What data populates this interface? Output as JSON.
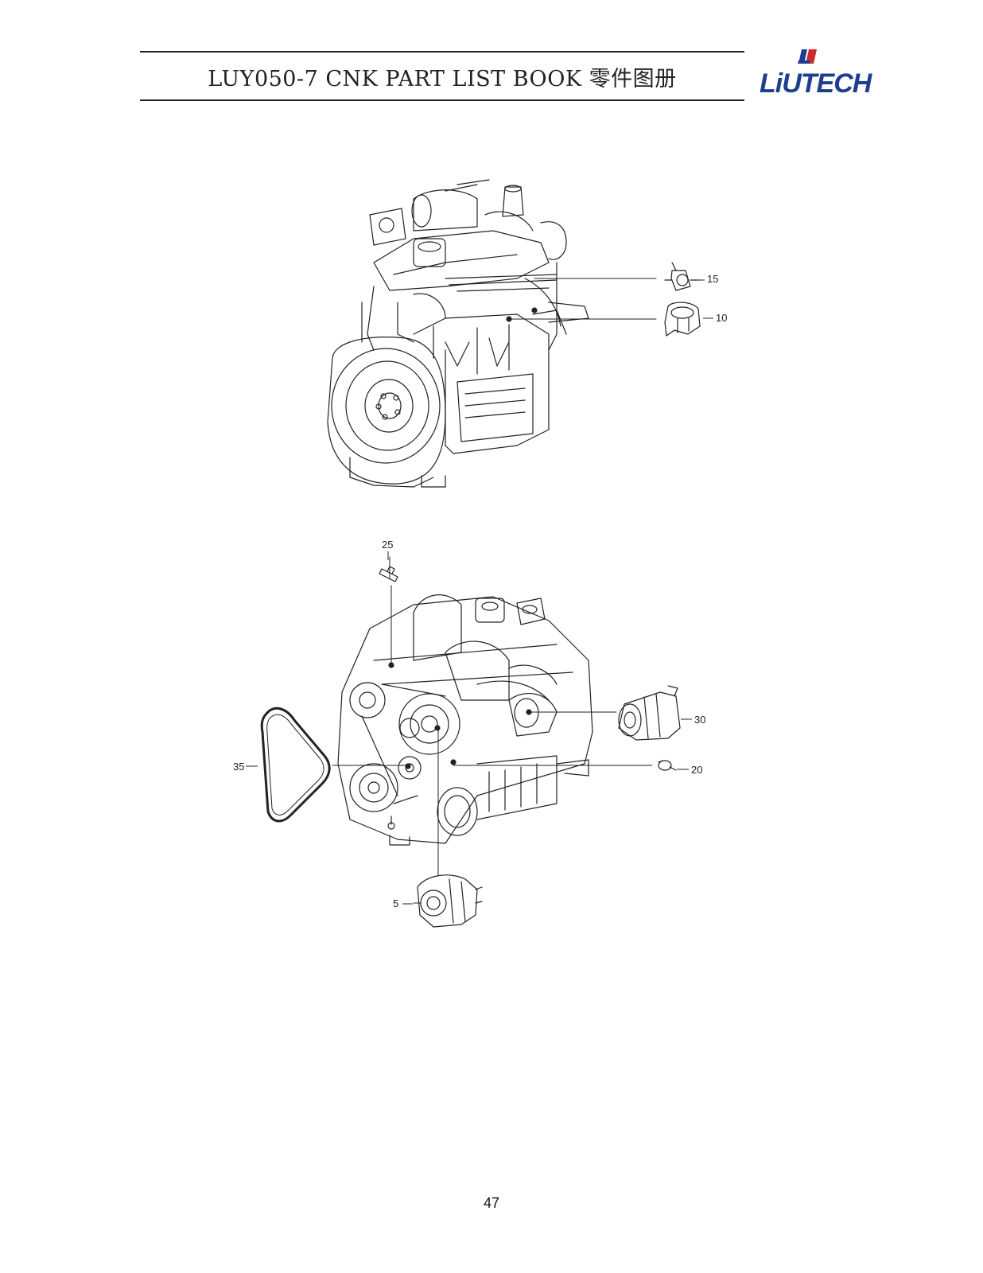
{
  "header": {
    "title": "LUY050-7 CNK PART LIST BOOK 零件图册",
    "logo_text": "LiUTECH",
    "logo_color": "#1d3f8f",
    "logo_mark_color": "#d12a2a"
  },
  "figures": [
    {
      "name": "engine-view-rear",
      "callouts": [
        "15",
        "10"
      ]
    },
    {
      "name": "engine-view-front",
      "callouts": [
        "25",
        "30",
        "35",
        "20",
        "5"
      ]
    }
  ],
  "footer": {
    "page_number": "47"
  }
}
